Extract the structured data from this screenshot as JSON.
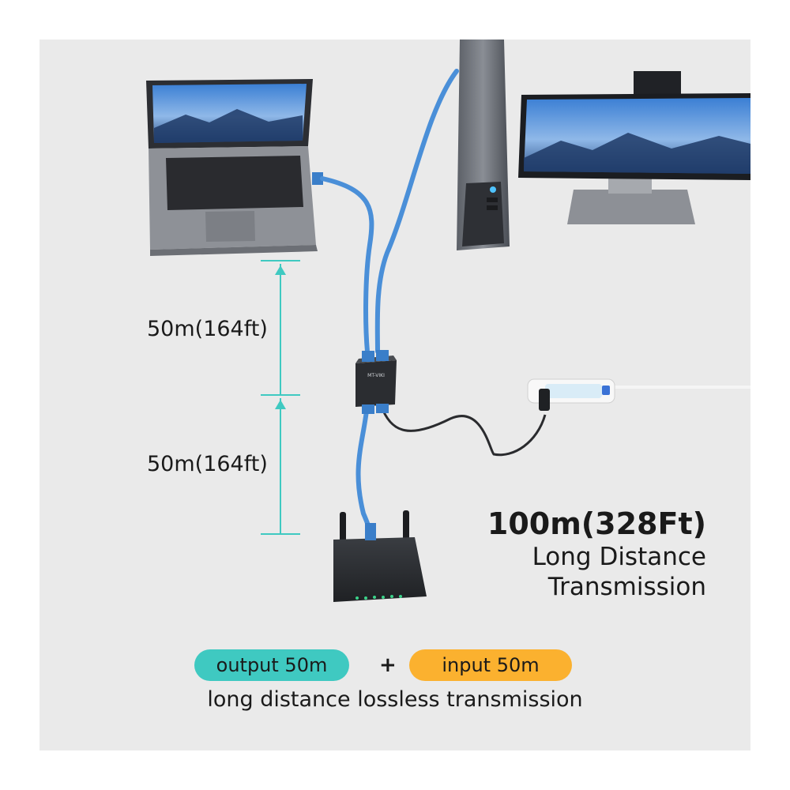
{
  "distance_labels": {
    "upper": "50m(164ft)",
    "lower": "50m(164ft)"
  },
  "headline": {
    "distance": "100m(328Ft)",
    "line1": "Long Distance",
    "line2": "Transmission"
  },
  "pills": {
    "output": "output 50m",
    "plus": "+",
    "input": "input 50m"
  },
  "tagline": "long distance lossless transmission",
  "device_labels": {
    "extender_brand": "MT-VIKI"
  },
  "colors": {
    "background": "#eaeaea",
    "cable_blue": "#4a8fd8",
    "teal_accent": "#3fc9c1",
    "orange_accent": "#fbb12f",
    "dimension_line": "#3fc9c1"
  }
}
